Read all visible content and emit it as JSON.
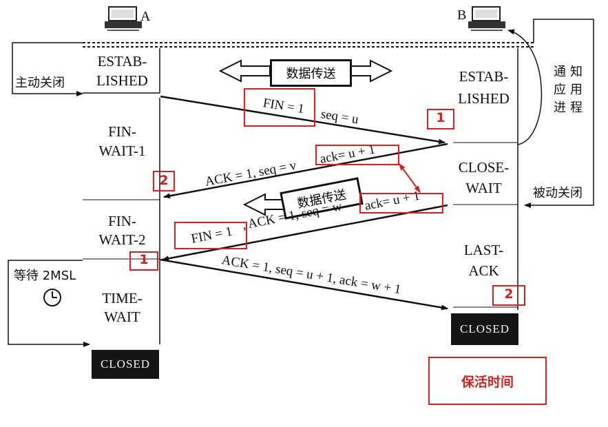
{
  "hosts": {
    "a_label": "A",
    "b_label": "B"
  },
  "side_a": {
    "active_close": "主动关闭",
    "states": {
      "established_1": "ESTAB-",
      "established_2": "LISHED",
      "fin_wait1_1": "FIN-",
      "fin_wait1_2": "WAIT-1",
      "fin_wait2_1": "FIN-",
      "fin_wait2_2": "WAIT-2",
      "time_wait_1": "TIME-",
      "time_wait_2": "WAIT",
      "closed": "CLOSED"
    },
    "wait_2msl": "等待 2MSL"
  },
  "side_b": {
    "notify_app": [
      "通",
      "知",
      "应",
      "用",
      "进",
      "程"
    ],
    "passive_close": "被动关闭",
    "states": {
      "established_1": "ESTAB-",
      "established_2": "LISHED",
      "close_wait_1": "CLOSE-",
      "close_wait_2": "WAIT",
      "last_ack_1": "LAST-",
      "last_ack_2": "ACK",
      "closed": "CLOSED"
    }
  },
  "data_transfer_label": "数据传送",
  "messages": {
    "fin1_part1": "FIN = 1",
    "fin1_part2": "seq = u",
    "ack1_part1": "ACK = 1, seq = v",
    "ack1_part2": "ack= u + 1",
    "fin2_part1": "FIN = 1",
    "fin2_part2": ", ACK = 1, seq = w",
    "fin2_part3": "ack= u + 1",
    "ack2": "ACK = 1, seq = u + 1, ack = w + 1"
  },
  "annotations": {
    "b_step1": "1",
    "a_step2": "2",
    "a_step1": "1",
    "b_step2": "2",
    "keepalive": "保活时间"
  },
  "colors": {
    "annotation": "#e01c1c",
    "ink": "#111111",
    "closed_bg": "#151515"
  }
}
